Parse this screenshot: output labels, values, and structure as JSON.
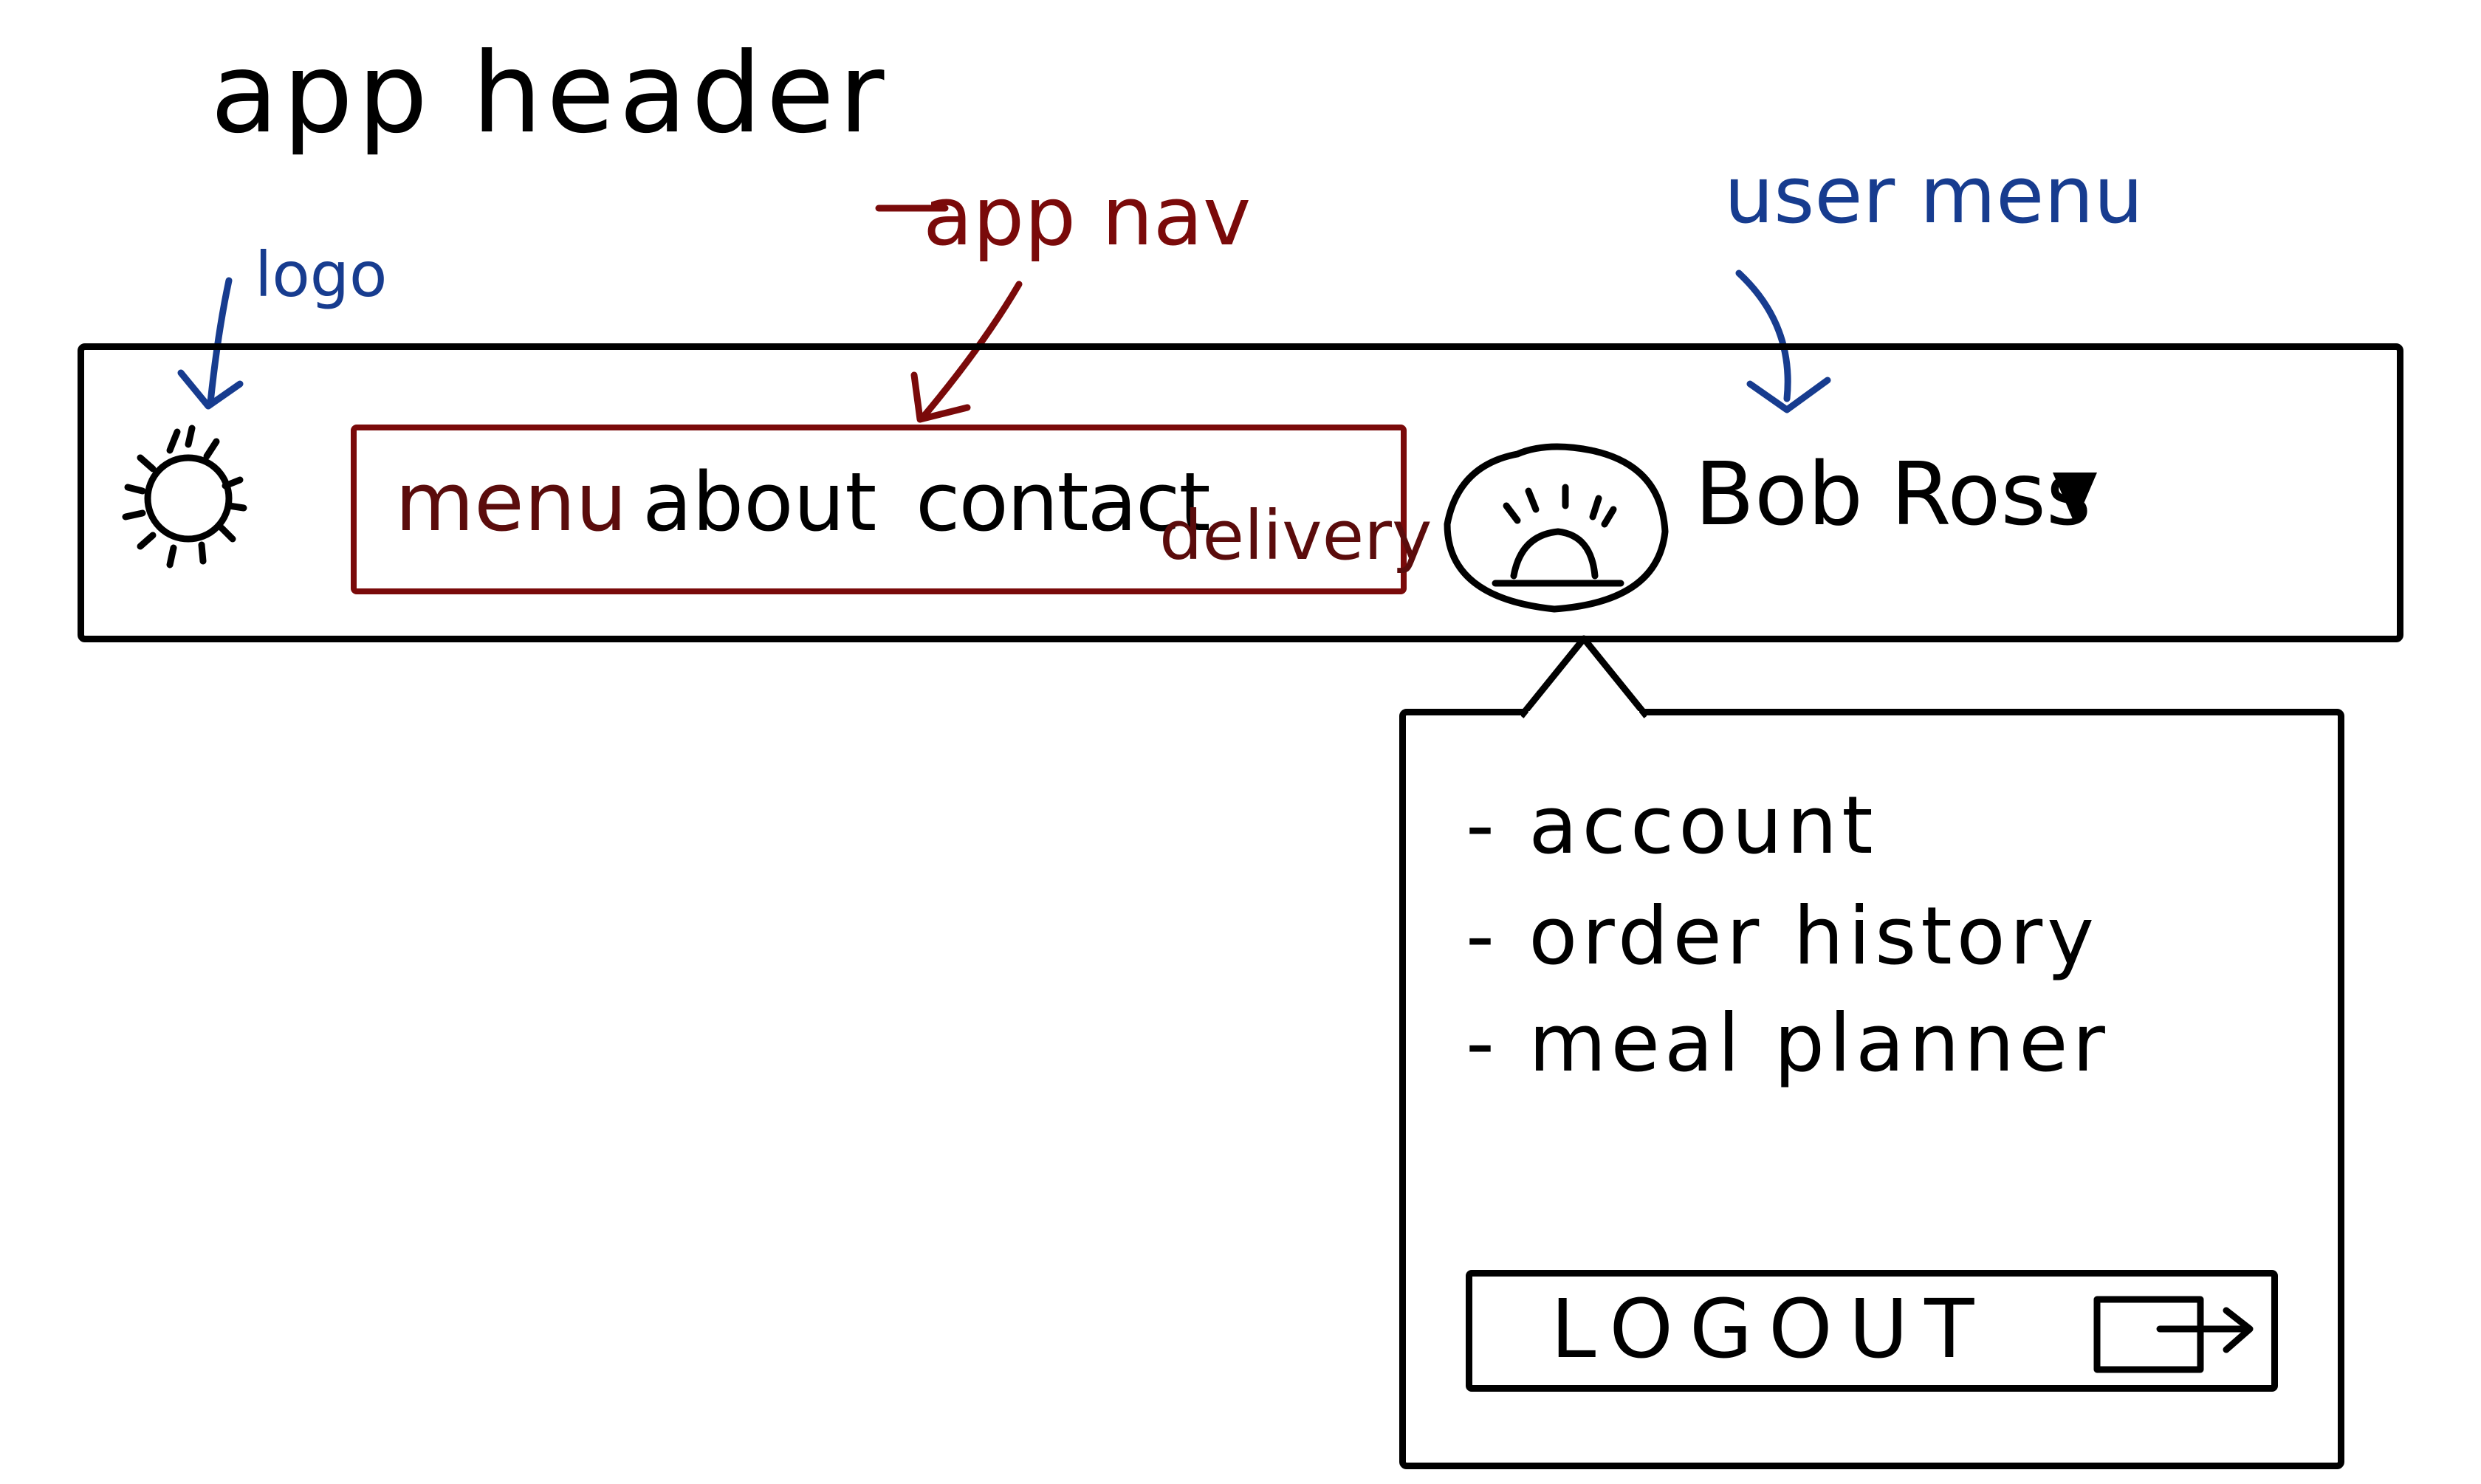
{
  "title": "app header",
  "annotations": {
    "logo": "logo",
    "nav": "app nav",
    "user_menu": "user menu"
  },
  "nav": {
    "items": [
      "menu",
      "about",
      "contact",
      "delivery"
    ]
  },
  "user": {
    "name": "Bob Ross"
  },
  "dropdown": {
    "items": [
      "- account",
      "- order history",
      "- meal planner"
    ],
    "logout_label": "LOGOUT"
  },
  "colors": {
    "ink": "#000000",
    "nav_red": "#7a0a0a",
    "annotation_blue": "#173c8f"
  },
  "icons": [
    "sun-logo-icon",
    "avatar-icon",
    "caret-down-icon",
    "logout-exit-icon"
  ]
}
